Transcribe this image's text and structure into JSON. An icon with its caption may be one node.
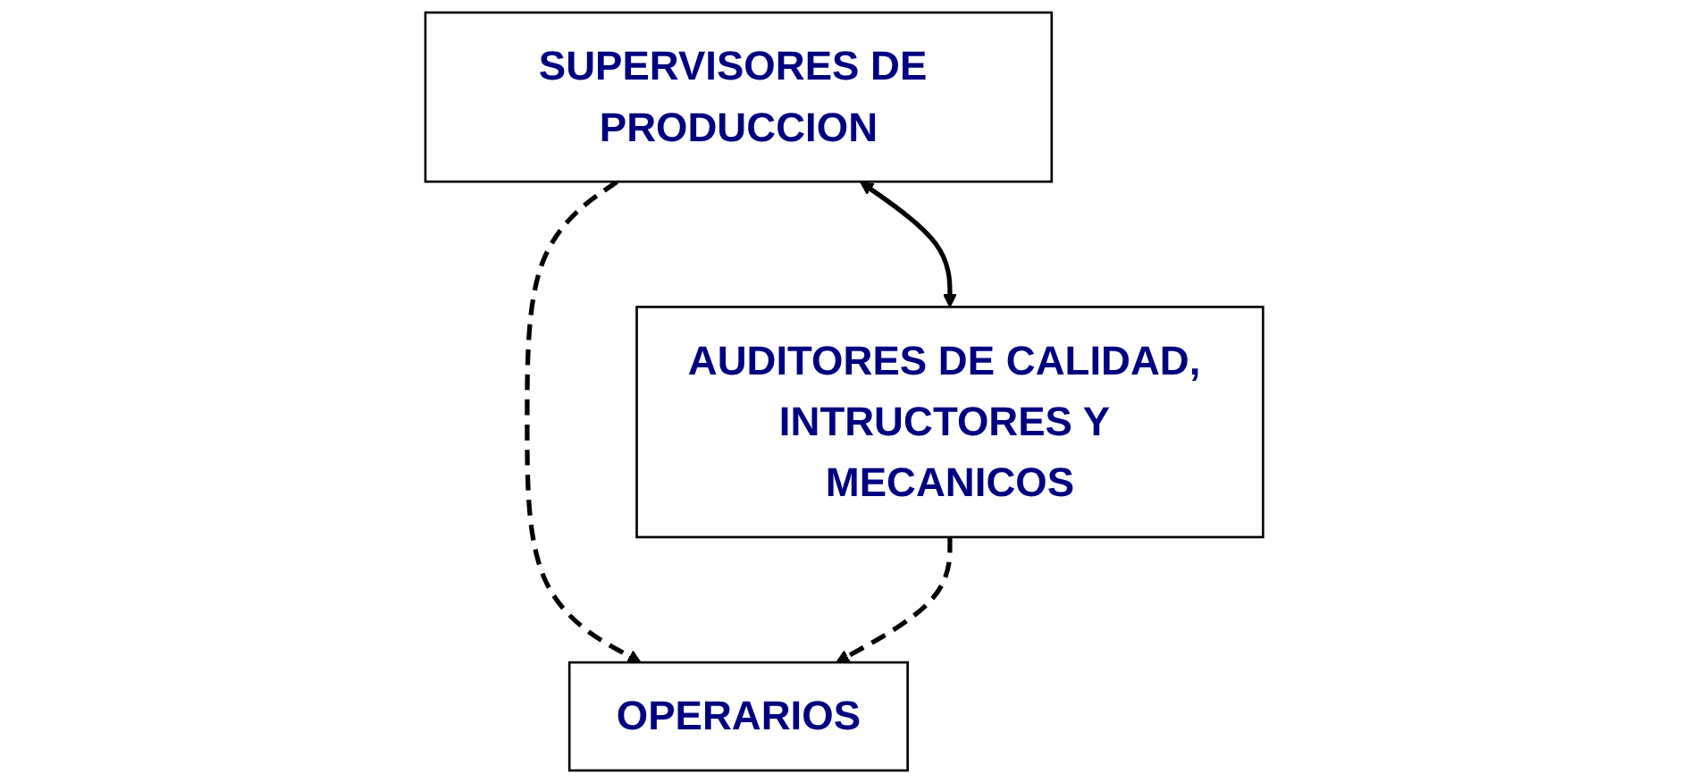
{
  "diagram": {
    "nodes": [
      {
        "text": [
          "SUPERVISORES DE PRODUCCION"
        ]
      },
      {
        "text": [
          "AUDITORES DE CALIDAD, INTRUCTORES Y MECANICOS"
        ]
      },
      {
        "text": [
          "OPERARIOS"
        ]
      }
    ],
    "edges": [
      {
        "from": 0,
        "to": 1,
        "arrow": "both"
      },
      {
        "from": 0,
        "to": 2,
        "arrow": "to",
        "style": "dashed"
      },
      {
        "from": 1,
        "to": 2,
        "arrow": "to",
        "style": "dashed"
      }
    ]
  }
}
